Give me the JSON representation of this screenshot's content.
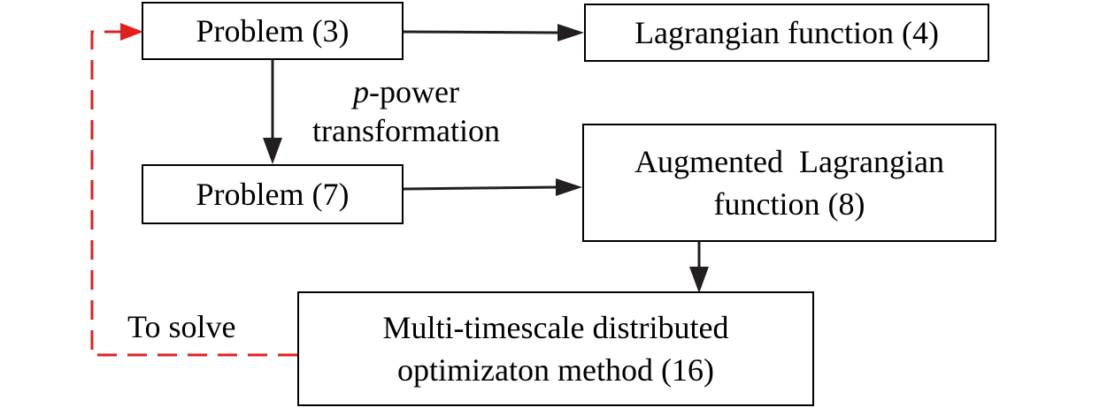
{
  "nodes": {
    "problem3": "Problem (3)",
    "lagrangian4": "Lagrangian function (4)",
    "problem7": "Problem (7)",
    "augmented8_line1": "Augmented  Lagrangian",
    "augmented8_line2": "function (8)",
    "method16_line1": "Multi-timescale distributed",
    "method16_line2": "optimizaton method (16)"
  },
  "edge_labels": {
    "transform_var": "p",
    "transform_line1_rest": "-power",
    "transform_line2": "transformation",
    "to_solve": "To solve"
  },
  "colors": {
    "line": "#231f20",
    "dashed": "#e02020",
    "border": "#000000"
  }
}
